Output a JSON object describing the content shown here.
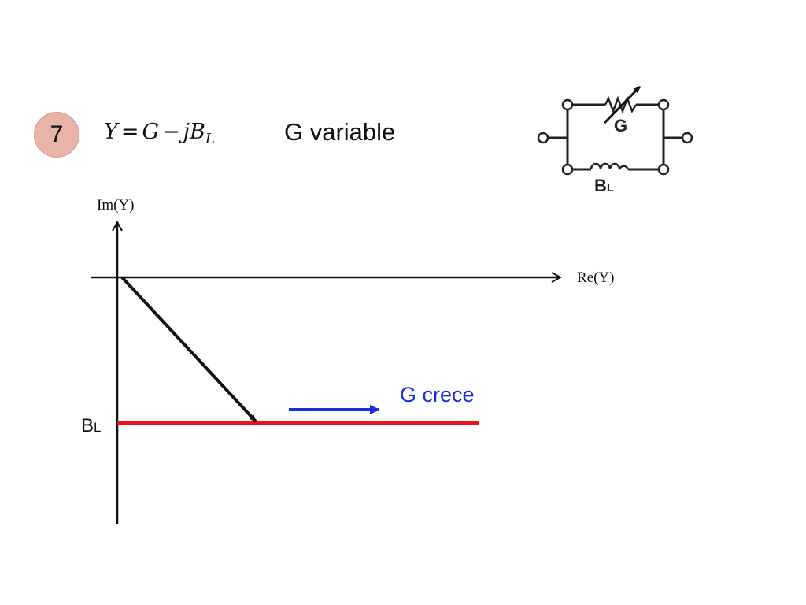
{
  "header": {
    "index": "7",
    "formula": {
      "lhs": "Y",
      "eq": "=",
      "g": "G",
      "minus": "−",
      "j": "j",
      "b": "B",
      "b_sub": "L"
    },
    "title": "G variable"
  },
  "diagram": {
    "y_axis_label": "Im(Y)",
    "x_axis_label": "Re(Y)",
    "bl_label": {
      "main": "B",
      "sub": "L"
    },
    "trend_label": "G crece",
    "colors": {
      "locus": "#e8141b",
      "trend_arrow": "#1a2fd6",
      "phasor": "#111111",
      "badge": "#e8b4a8"
    }
  },
  "circuit": {
    "g_label": "G",
    "bl_label": {
      "main": "B",
      "sub": "L"
    }
  }
}
